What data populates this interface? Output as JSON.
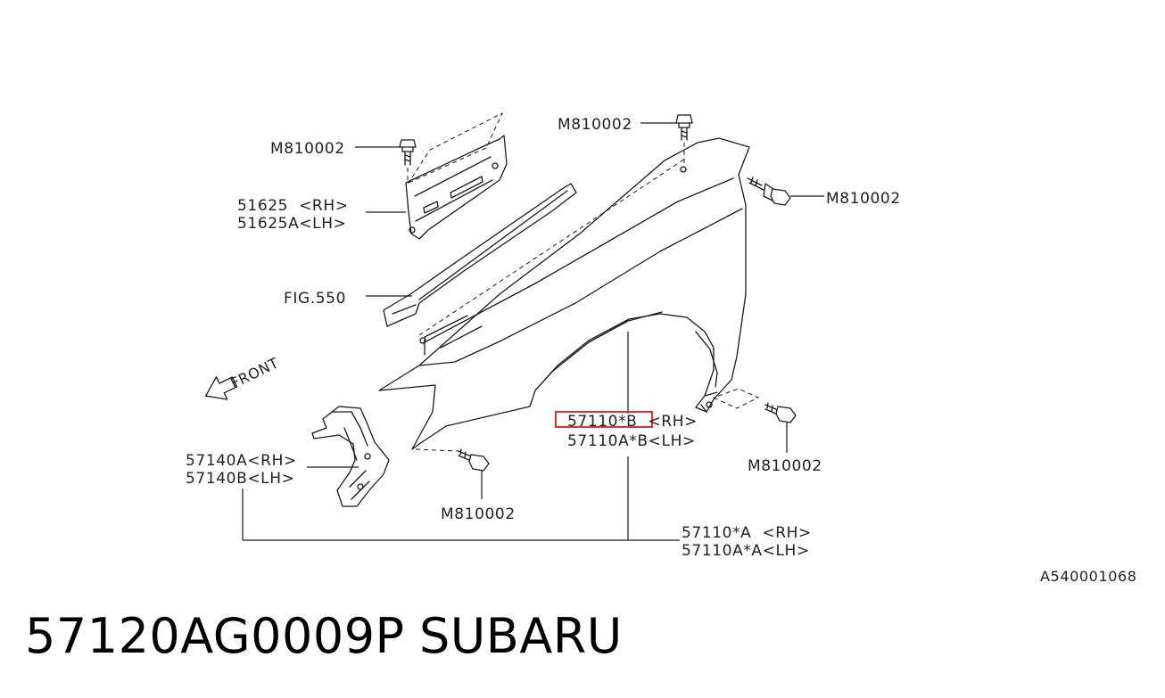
{
  "diagram": {
    "labels": {
      "bolt_top_left": "M810002",
      "bolt_top_center": "M810002",
      "bolt_right": "M810002",
      "bolt_bottom_right": "M810002",
      "bolt_bottom_center": "M810002",
      "bracket_rh": "51625  <RH>",
      "bracket_lh": "51625A<LH>",
      "fig_ref": "FIG.550",
      "front": "FRONT",
      "fender_b_rh": "57110*B  <RH>",
      "fender_b_lh": "57110A*B<LH>",
      "liner_rh": "57140A<RH>",
      "liner_lh": "57140B<LH>",
      "fender_a_rh": "57110*A  <RH>",
      "fender_a_lh": "57110A*A<LH>",
      "drawing_code": "A540001068"
    },
    "highlight_color": "#e03030"
  },
  "footer": {
    "part_number": "57120AG0009P",
    "brand": "SUBARU"
  }
}
